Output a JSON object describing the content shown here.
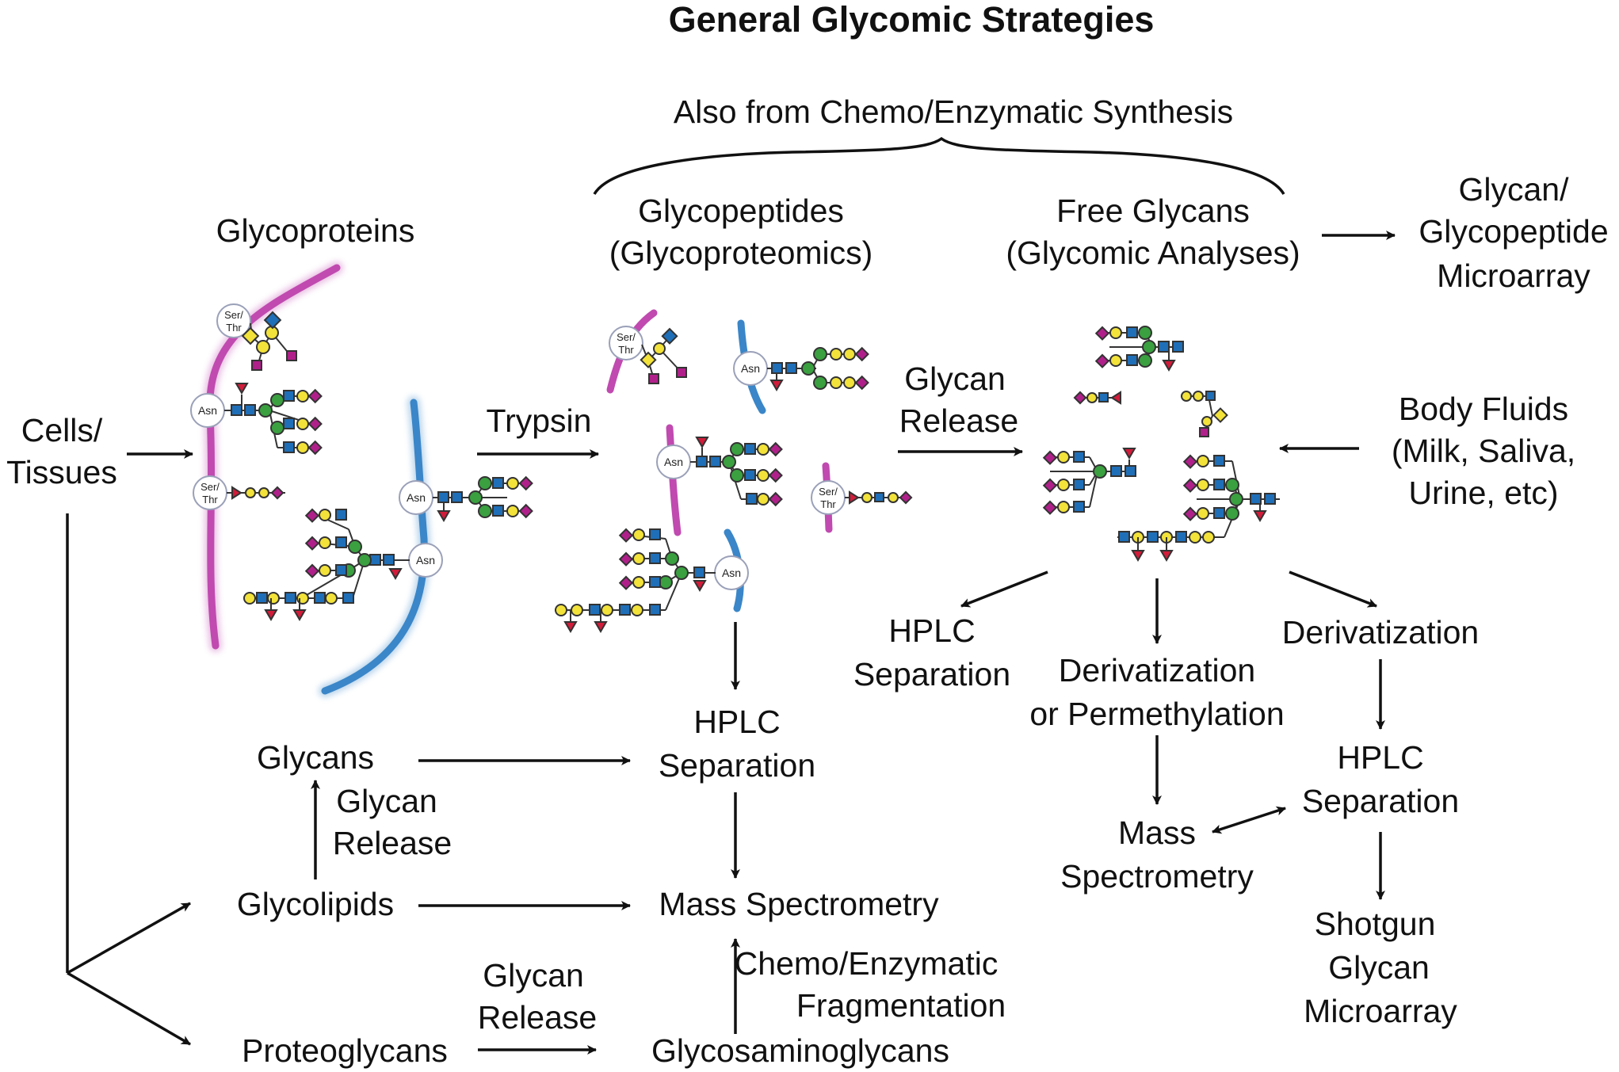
{
  "title": "General Glycomic Strategies",
  "labels": {
    "also_from": "Also from Chemo/Enzymatic Synthesis",
    "glycoproteins": "Glycoproteins",
    "cells_tissues": [
      "Cells/",
      "Tissues"
    ],
    "trypsin": "Trypsin",
    "glycopeptides": [
      "Glycopeptides",
      "(Glycoproteomics)"
    ],
    "free_glycans": [
      "Free Glycans",
      "(Glycomic Analyses)"
    ],
    "microarray_top": [
      "Glycan/",
      "Glycopeptide",
      "Microarray"
    ],
    "glycan_release_mid": [
      "Glycan",
      "Release"
    ],
    "body_fluids": [
      "Body Fluids",
      "(Milk, Saliva,",
      "Urine, etc)"
    ],
    "hplc_left": [
      "HPLC",
      "Separation"
    ],
    "derivatization_center": [
      "Derivatization",
      "or Permethylation"
    ],
    "derivatization_right": "Derivatization",
    "hplc_center": [
      "HPLC",
      "Separation"
    ],
    "hplc_right": [
      "HPLC",
      "Separation"
    ],
    "mass_spec_right": [
      "Mass",
      "Spectrometry"
    ],
    "shotgun": [
      "Shotgun",
      "Glycan",
      "Microarray"
    ],
    "glycans": "Glycans",
    "glycan_release_left": [
      "Glycan",
      "Release"
    ],
    "glycolipids": "Glycolipids",
    "mass_spec_center": "Mass Spectrometry",
    "chemo_frag": [
      "Chemo/Enzymatic",
      "Fragmentation"
    ],
    "glycan_release_bottom": [
      "Glycan",
      "Release"
    ],
    "proteoglycans": "Proteoglycans",
    "gags": "Glycosaminoglycans"
  },
  "amino_acids": {
    "ser_thr": [
      "Ser/",
      "Thr"
    ],
    "asn": "Asn"
  },
  "colors": {
    "protein_magenta": "#c04ab0",
    "protein_blue": "#3a86c8",
    "glcnac_blue": "#1f6fb8",
    "mannose_green": "#3aa040",
    "galactose_yellow": "#f2e23a",
    "sialic_magenta": "#b0208a",
    "fucose_red": "#d11c3a",
    "galnac_yellow": "#f2e23a"
  },
  "icons": [
    "glcnac-square-icon",
    "mannose-circle-icon",
    "galactose-circle-icon",
    "sialic-acid-diamond-icon",
    "fucose-triangle-icon",
    "galnac-square-icon"
  ]
}
